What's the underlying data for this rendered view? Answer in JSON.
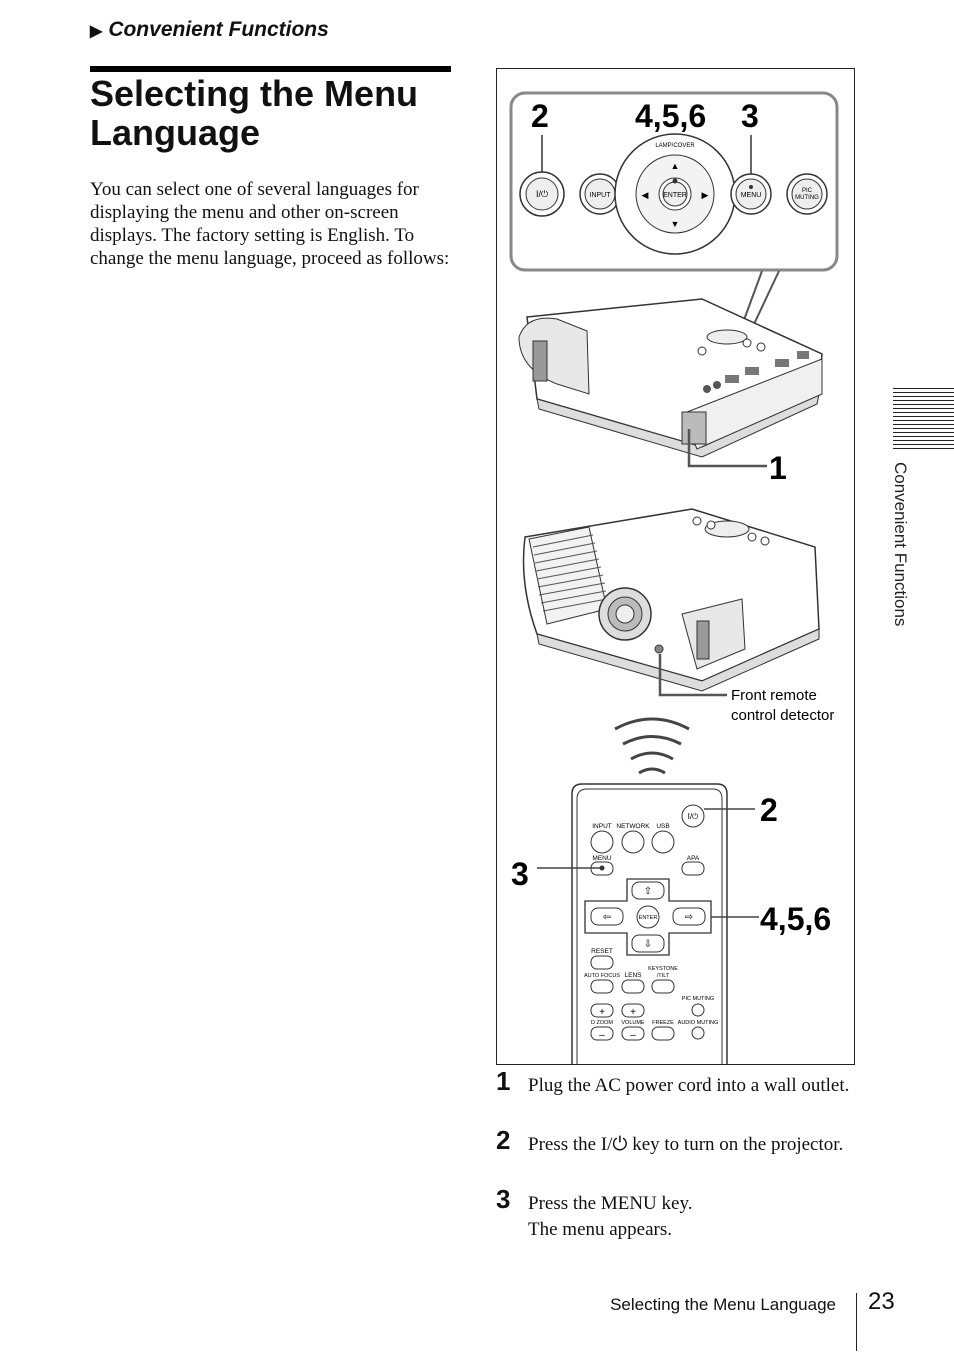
{
  "header": {
    "marker": "▶",
    "section": "Convenient Functions"
  },
  "title": "Selecting the Menu Language",
  "intro": "You can select one of several languages for displaying the menu and other on-screen displays. The factory setting is English. To change the menu language, proceed as follows:",
  "figure": {
    "callouts": {
      "c2": "2",
      "c456": "4,5,6",
      "c3": "3",
      "c1": "1",
      "r2": "2",
      "r3": "3",
      "r456": "4,5,6"
    },
    "panel_buttons": {
      "power": "I/⏻",
      "input": "INPUT",
      "enter": "ENTER",
      "menu": "MENU",
      "pic_muting_1": "PIC",
      "pic_muting_2": "MUTING",
      "lamp_cover": "LAMP/COVER"
    },
    "detector_label_1": "Front remote",
    "detector_label_2": "control detector",
    "remote": {
      "input": "INPUT",
      "network": "NETWORK",
      "usb": "USB",
      "menu": "MENU",
      "apa": "APA",
      "enter": "ENTER",
      "reset": "RESET",
      "auto_focus": "AUTO FOCUS",
      "lens": "LENS",
      "keystone_1": "KEYSTONE",
      "keystone_2": "/TILT",
      "pic_muting": "PIC MUTING",
      "d_zoom": "D ZOOM",
      "volume": "VOLUME",
      "freeze": "FREEZE",
      "audio_muting": "AUDIO MUTING",
      "plus": "+",
      "minus": "–",
      "power": "I/⏻"
    }
  },
  "steps": [
    {
      "num": "1",
      "text": "Plug the AC power cord into a wall outlet."
    },
    {
      "num": "2",
      "text": "Press the I/⏻ key to turn on the projector."
    },
    {
      "num": "3",
      "text": "Press the MENU key.",
      "sub": "The menu appears."
    }
  ],
  "side_tab": "Convenient Functions",
  "footer": {
    "title": "Selecting the Menu Language",
    "page": "23"
  }
}
